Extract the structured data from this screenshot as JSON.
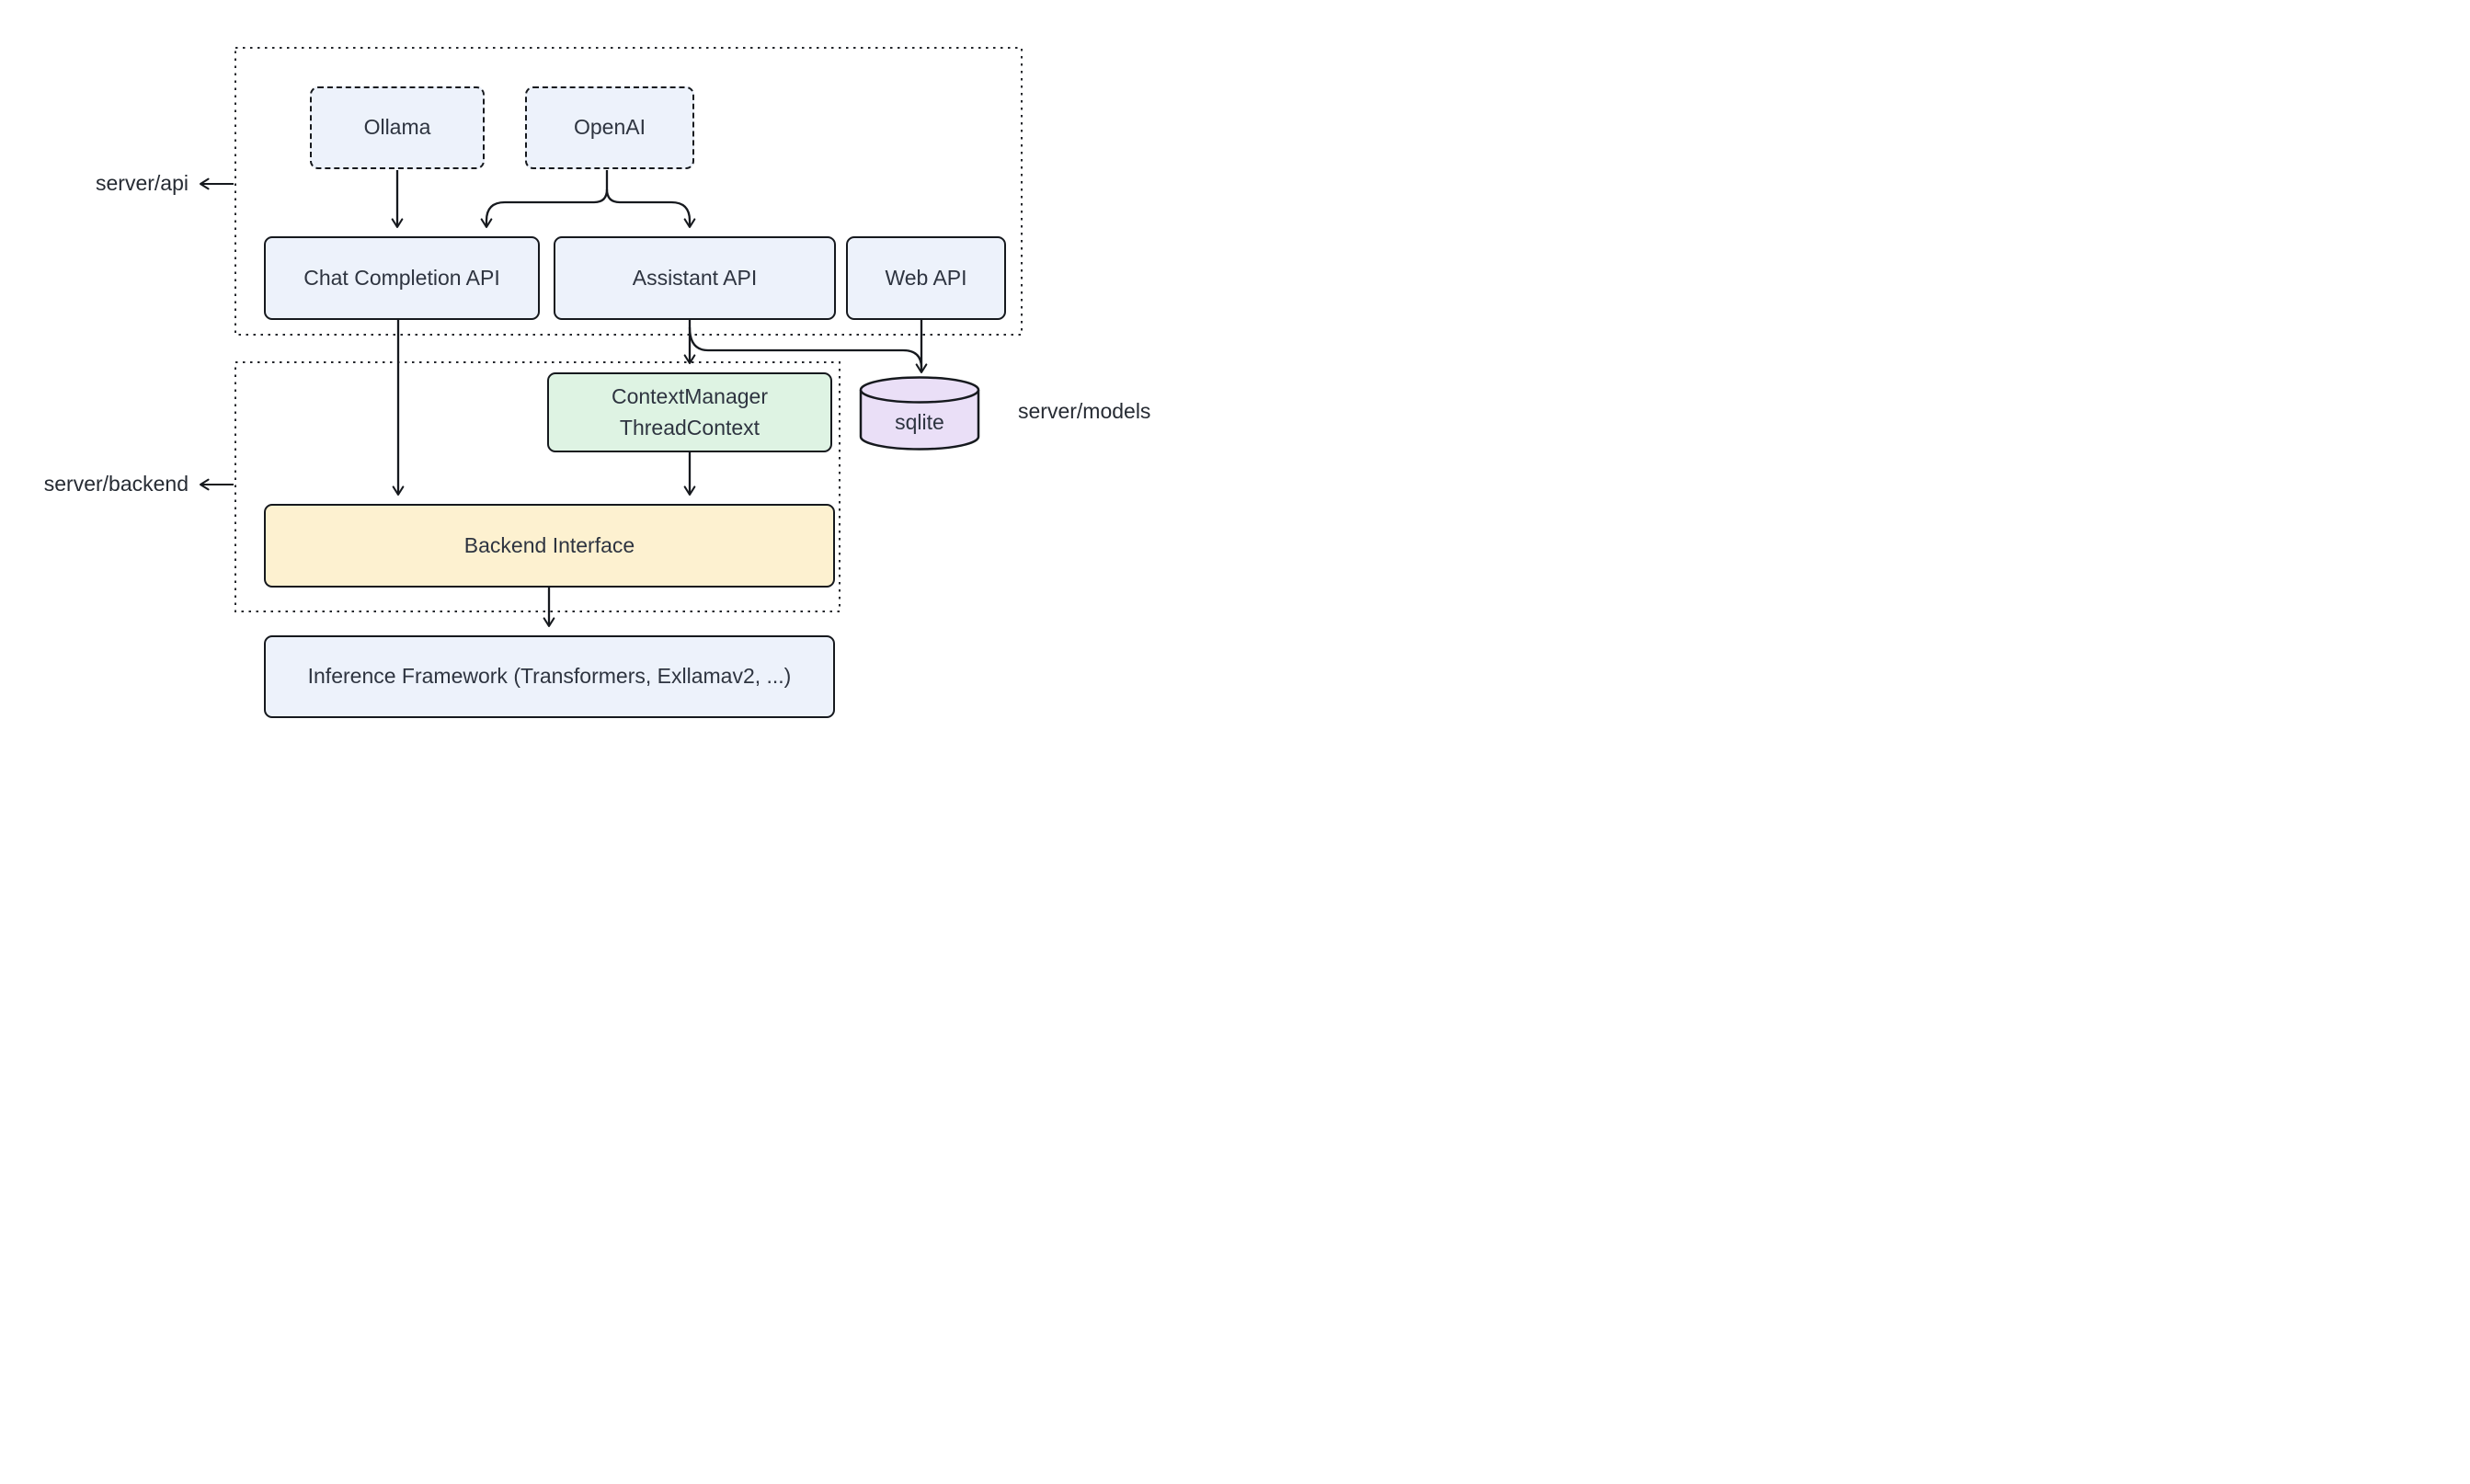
{
  "diagram": {
    "title": "server architecture diagram",
    "colors": {
      "background": "#ffffff",
      "node_blue": "#edf2fb",
      "node_green": "#def3e3",
      "node_yellow": "#fdf1d0",
      "node_purple": "#eadff7",
      "stroke": "#16191e",
      "text": "#2e3440"
    },
    "region_labels": {
      "api": "server/api",
      "backend": "server/backend",
      "models": "server/models"
    },
    "nodes": {
      "ollama": {
        "label": "Ollama",
        "style": "dashed-blue"
      },
      "openai": {
        "label": "OpenAI",
        "style": "dashed-blue"
      },
      "chat_completion_api": {
        "label": "Chat Completion API",
        "style": "solid-blue"
      },
      "assistant_api": {
        "label": "Assistant API",
        "style": "solid-blue"
      },
      "web_api": {
        "label": "Web API",
        "style": "solid-blue"
      },
      "context_manager": {
        "lines": [
          "ContextManager",
          "ThreadContext"
        ],
        "style": "solid-green"
      },
      "sqlite": {
        "label": "sqlite",
        "style": "cylinder-purple"
      },
      "backend_interface": {
        "label": "Backend Interface",
        "style": "solid-yellow"
      },
      "inference_framework": {
        "label": "Inference Framework (Transformers, Exllamav2, ...)",
        "style": "solid-blue"
      }
    },
    "edges": [
      {
        "from": "Ollama",
        "to": "Chat Completion API"
      },
      {
        "from": "OpenAI",
        "to": "Chat Completion API"
      },
      {
        "from": "OpenAI",
        "to": "Assistant API"
      },
      {
        "from": "Chat Completion API",
        "to": "Backend Interface"
      },
      {
        "from": "Assistant API",
        "to": "ContextManager ThreadContext"
      },
      {
        "from": "Assistant API",
        "to": "sqlite"
      },
      {
        "from": "Web API",
        "to": "sqlite"
      },
      {
        "from": "ContextManager ThreadContext",
        "to": "Backend Interface"
      },
      {
        "from": "Backend Interface",
        "to": "Inference Framework (Transformers, Exllamav2, ...)"
      }
    ]
  }
}
